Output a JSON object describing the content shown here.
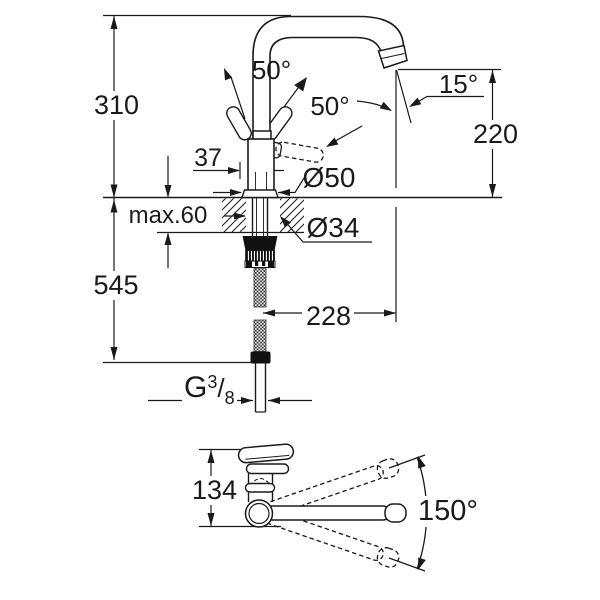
{
  "page": {
    "background": "#ffffff",
    "ink": "#1a1a1a"
  },
  "front_view": {
    "height_above_deck": "310",
    "overall_height": "545",
    "handle_offset": "37",
    "max_deck_thickness": "max.60",
    "base_diameter": "Ø50",
    "shank_diameter": "Ø34",
    "spout_reach": "228",
    "outlet_height": "220",
    "outlet_angle": "15°",
    "lever_angle_front": "50°",
    "lever_angle_side": "50°",
    "thread": {
      "prefix": "G",
      "numerator": "3",
      "slash": "/",
      "denominator": "8"
    }
  },
  "top_view": {
    "body_depth": "134",
    "swivel_range": "150°"
  }
}
